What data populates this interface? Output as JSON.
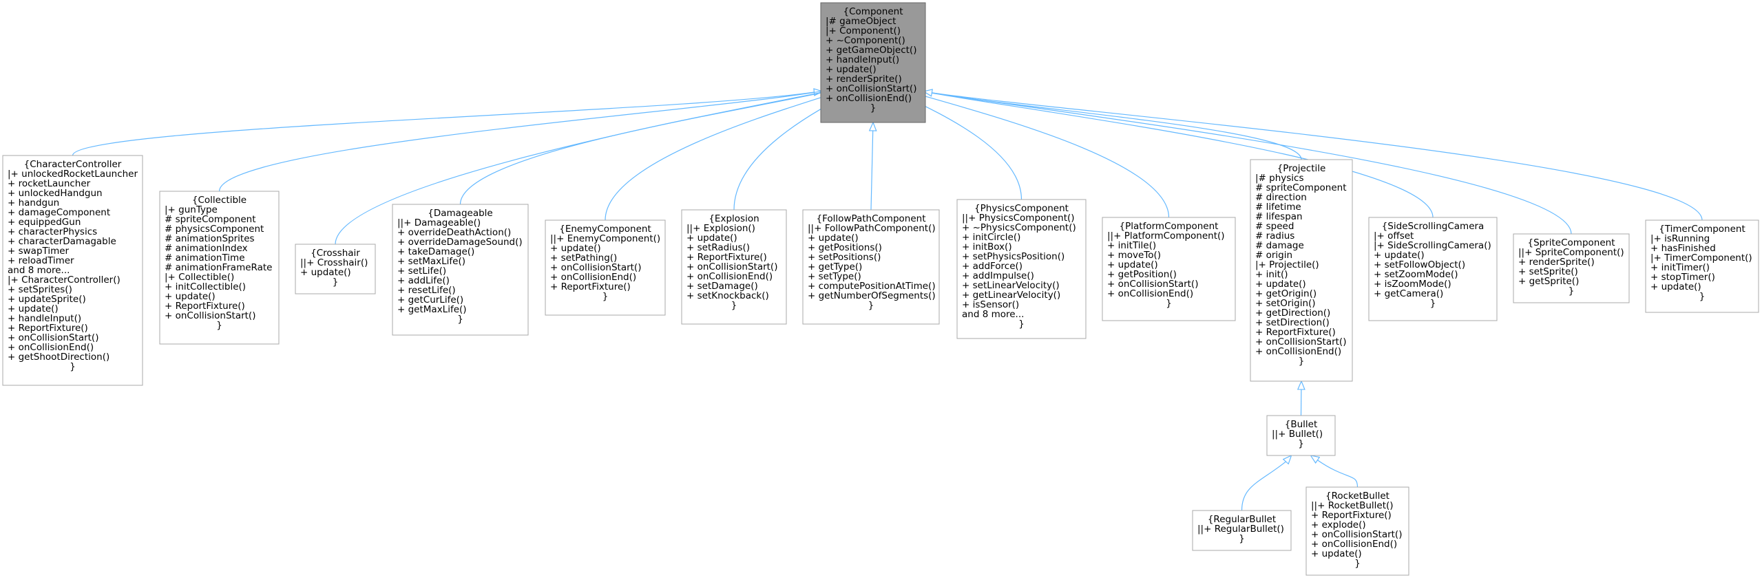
{
  "diagram": {
    "nodes": [
      {
        "id": "Component",
        "lines": [
          "{Component",
          "|# gameObject",
          "|+ Component()",
          "+ ~Component()",
          "+ getGameObject()",
          "+ handleInput()",
          "+ update()",
          "+ renderSprite()",
          "+ onCollisionStart()",
          "+ onCollisionEnd()",
          "}"
        ]
      },
      {
        "id": "CharacterController",
        "lines": [
          "{CharacterController",
          "|+ unlockedRocketLauncher",
          "+ rocketLauncher",
          "+ unlockedHandgun",
          "+ handgun",
          "+ damageComponent",
          "+ equippedGun",
          "+ characterPhysics",
          "+ characterDamagable",
          "+ swapTimer",
          "+ reloadTimer",
          "and 8 more...",
          "|+ CharacterController()",
          "+ setSprites()",
          "+ updateSprite()",
          "+ update()",
          "+ handleInput()",
          "+ ReportFixture()",
          "+ onCollisionStart()",
          "+ onCollisionEnd()",
          "+ getShootDirection()",
          "}"
        ]
      },
      {
        "id": "Collectible",
        "lines": [
          "{Collectible",
          "|+ gunType",
          "# spriteComponent",
          "# physicsComponent",
          "# animationSprites",
          "# animationIndex",
          "# animationTime",
          "# animationFrameRate",
          "|+ Collectible()",
          "+ initCollectible()",
          "+ update()",
          "+ ReportFixture()",
          "+ onCollisionStart()",
          "}"
        ]
      },
      {
        "id": "Crosshair",
        "lines": [
          "{Crosshair",
          "||+ Crosshair()",
          "+ update()",
          "}"
        ]
      },
      {
        "id": "Damageable",
        "lines": [
          "{Damageable",
          "||+ Damageable()",
          "+ overrideDeathAction()",
          "+ overrideDamageSound()",
          "+ takeDamage()",
          "+ setMaxLife()",
          "+ setLife()",
          "+ addLife()",
          "+ resetLife()",
          "+ getCurLife()",
          "+ getMaxLife()",
          "}"
        ]
      },
      {
        "id": "EnemyComponent",
        "lines": [
          "{EnemyComponent",
          "||+ EnemyComponent()",
          "+ update()",
          "+ setPathing()",
          "+ onCollisionStart()",
          "+ onCollisionEnd()",
          "+ ReportFixture()",
          "}"
        ]
      },
      {
        "id": "Explosion",
        "lines": [
          "{Explosion",
          "||+ Explosion()",
          "+ update()",
          "+ setRadius()",
          "+ ReportFixture()",
          "+ onCollisionStart()",
          "+ onCollisionEnd()",
          "+ setDamage()",
          "+ setKnockback()",
          "}"
        ]
      },
      {
        "id": "FollowPathComponent",
        "lines": [
          "{FollowPathComponent",
          "||+ FollowPathComponent()",
          "+ update()",
          "+ getPositions()",
          "+ setPositions()",
          "+ getType()",
          "+ setType()",
          "+ computePositionAtTime()",
          "+ getNumberOfSegments()",
          "}"
        ]
      },
      {
        "id": "PhysicsComponent",
        "lines": [
          "{PhysicsComponent",
          "||+ PhysicsComponent()",
          "+ ~PhysicsComponent()",
          "+ initCircle()",
          "+ initBox()",
          "+ setPhysicsPosition()",
          "+ addForce()",
          "+ addImpulse()",
          "+ setLinearVelocity()",
          "+ getLinearVelocity()",
          "+ isSensor()",
          "and 8 more...",
          "}"
        ]
      },
      {
        "id": "PlatformComponent",
        "lines": [
          "{PlatformComponent",
          "||+ PlatformComponent()",
          "+ initTile()",
          "+ moveTo()",
          "+ update()",
          "+ getPosition()",
          "+ onCollisionStart()",
          "+ onCollisionEnd()",
          "}"
        ]
      },
      {
        "id": "Projectile",
        "lines": [
          "{Projectile",
          "|# physics",
          "# spriteComponent",
          "# direction",
          "# lifetime",
          "# lifespan",
          "# speed",
          "# radius",
          "# damage",
          "# origin",
          "|+ Projectile()",
          "+ init()",
          "+ update()",
          "+ getOrigin()",
          "+ setOrigin()",
          "+ getDirection()",
          "+ setDirection()",
          "+ ReportFixture()",
          "+ onCollisionStart()",
          "+ onCollisionEnd()",
          "}"
        ]
      },
      {
        "id": "SideScrollingCamera",
        "lines": [
          "{SideScrollingCamera",
          "|+ offset",
          "|+ SideScrollingCamera()",
          "+ update()",
          "+ setFollowObject()",
          "+ setZoomMode()",
          "+ isZoomMode()",
          "+ getCamera()",
          "}"
        ]
      },
      {
        "id": "SpriteComponent",
        "lines": [
          "{SpriteComponent",
          "||+ SpriteComponent()",
          "+ renderSprite()",
          "+ setSprite()",
          "+ getSprite()",
          "}"
        ]
      },
      {
        "id": "TimerComponent",
        "lines": [
          "{TimerComponent",
          "|+ isRunning",
          "+ hasFinished",
          "|+ TimerComponent()",
          "+ initTimer()",
          "+ stopTimer()",
          "+ update()",
          "}"
        ]
      },
      {
        "id": "Bullet",
        "lines": [
          "{Bullet",
          "||+ Bullet()",
          "}"
        ]
      },
      {
        "id": "RegularBullet",
        "lines": [
          "{RegularBullet",
          "||+ RegularBullet()",
          "}"
        ]
      },
      {
        "id": "RocketBullet",
        "lines": [
          "{RocketBullet",
          "||+ RocketBullet()",
          "+ ReportFixture()",
          "+ explode()",
          "+ onCollisionStart()",
          "+ onCollisionEnd()",
          "+ update()",
          "}"
        ]
      }
    ],
    "edges": [
      {
        "from": "CharacterController",
        "to": "Component"
      },
      {
        "from": "Collectible",
        "to": "Component"
      },
      {
        "from": "Crosshair",
        "to": "Component"
      },
      {
        "from": "Damageable",
        "to": "Component"
      },
      {
        "from": "EnemyComponent",
        "to": "Component"
      },
      {
        "from": "Explosion",
        "to": "Component"
      },
      {
        "from": "FollowPathComponent",
        "to": "Component"
      },
      {
        "from": "PhysicsComponent",
        "to": "Component"
      },
      {
        "from": "PlatformComponent",
        "to": "Component"
      },
      {
        "from": "Projectile",
        "to": "Component"
      },
      {
        "from": "SideScrollingCamera",
        "to": "Component"
      },
      {
        "from": "SpriteComponent",
        "to": "Component"
      },
      {
        "from": "TimerComponent",
        "to": "Component"
      },
      {
        "from": "Bullet",
        "to": "Projectile"
      },
      {
        "from": "RegularBullet",
        "to": "Bullet"
      },
      {
        "from": "RocketBullet",
        "to": "Bullet"
      }
    ],
    "colors": {
      "edge": "#63b8ff",
      "base_fill": "#999999",
      "box_border": "#a8a8a8",
      "text": "#000000"
    }
  }
}
